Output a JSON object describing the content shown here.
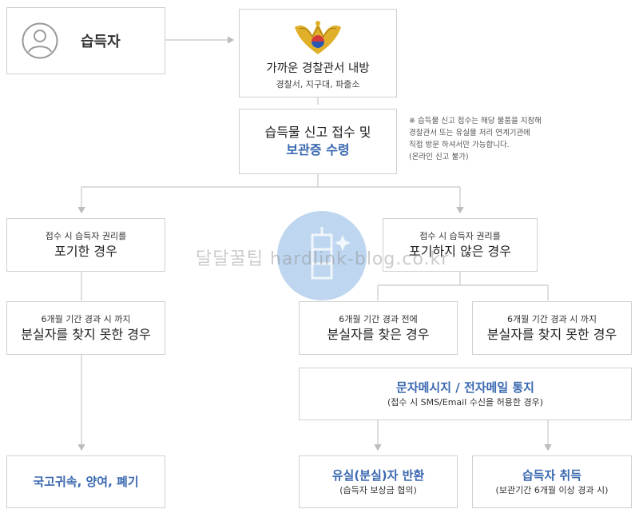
{
  "finder": {
    "label": "습득자"
  },
  "police": {
    "title": "가까운 경찰관서 내방",
    "subtitle": "경찰서, 지구대, 파출소"
  },
  "report": {
    "line1": "습득물 신고 접수 및",
    "line2": "보관증 수령"
  },
  "notice": {
    "lines": [
      "※ 습득물 신고 접수는 해당 물품을 지참해",
      "경찰관서 또는 유실물 처리 연계기관에",
      "직접 방문 하셔서만 가능합니다.",
      "(온라인 신고 불가)"
    ]
  },
  "waive": {
    "small": "접수 시 습득자 권리를",
    "big": "포기한 경우"
  },
  "keep": {
    "small": "접수 시 습득자 권리를",
    "big": "포기하지 않은 경우"
  },
  "left_notfound": {
    "small": "6개월 기간 경과 시 까지",
    "big": "분실자를 찾지 못한 경우"
  },
  "right_found": {
    "small": "6개월 기간 경과 전에",
    "big": "분실자를 찾은 경우"
  },
  "right_notfound": {
    "small": "6개월 기간 경과 시 까지",
    "big": "분실자를 찾지 못한 경우"
  },
  "sms": {
    "title": "문자메시지 / 전자메일 통지",
    "sub": "(접수 시 SMS/Email 수신을 허용한 경우)"
  },
  "state": {
    "label": "국고귀속, 양여, 폐기"
  },
  "return": {
    "title": "유실(분실)자 반환",
    "sub": "(습득자 보상금 협의)"
  },
  "acquire": {
    "title": "습득자 취득",
    "sub": "(보관기간 6개월 이상 경과 시)"
  },
  "watermark": {
    "text": "달달꿀팁 hardlink-blog.co.kr"
  },
  "colors": {
    "accent": "#3a68b0",
    "border": "#cfcfcf",
    "line": "#c8c8c8"
  }
}
